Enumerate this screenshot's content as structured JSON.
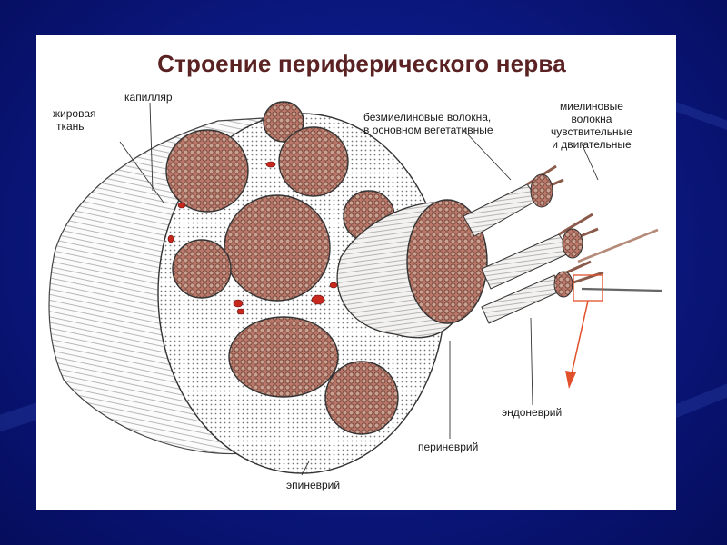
{
  "title": "Строение периферического нерва",
  "labels": {
    "fat_tissue": [
      "жировая",
      "ткань"
    ],
    "capillary": "капилляр",
    "unmyelinated": [
      "безмиелиновые волокна,",
      "в основном вегетативные"
    ],
    "myelinated": [
      "миелиновые",
      "волокна",
      "чувствительные",
      "и двигательные"
    ],
    "endoneurium": "эндоневрий",
    "perineurium": "периневрий",
    "epineurium": "эпиневрий"
  },
  "colors": {
    "background": "#0c1a86",
    "slide": "#ffffff",
    "title": "#5a2222",
    "fascicle": "#b9786a",
    "arrow": "#e0502a"
  }
}
